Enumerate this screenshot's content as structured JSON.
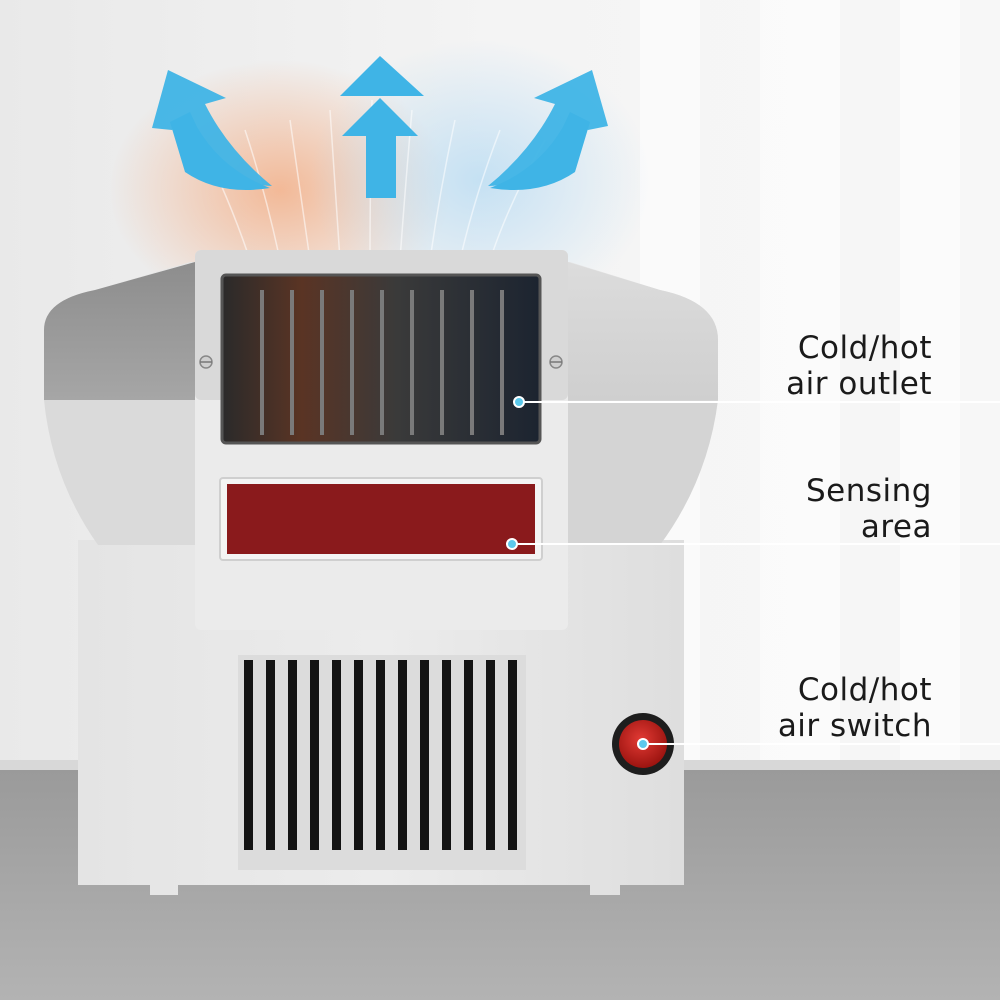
{
  "callouts": {
    "outlet": {
      "line1": "Cold/hot",
      "line2": "air outlet"
    },
    "sensor": {
      "line1": "Sensing",
      "line2": "area"
    },
    "switch": {
      "line1": "Cold/hot",
      "line2": "air switch"
    }
  },
  "icons": {
    "airflow": [
      "arrow-up-left-icon",
      "arrow-up-icon",
      "arrow-up-right-icon"
    ]
  },
  "colors": {
    "arrow_blue": "#3fb4e6",
    "warm_glow": "#f4a77a",
    "sensor_red": "#8a1a1c",
    "switch_red": "#c8201e",
    "callout_dot": "#5cc9ec"
  }
}
